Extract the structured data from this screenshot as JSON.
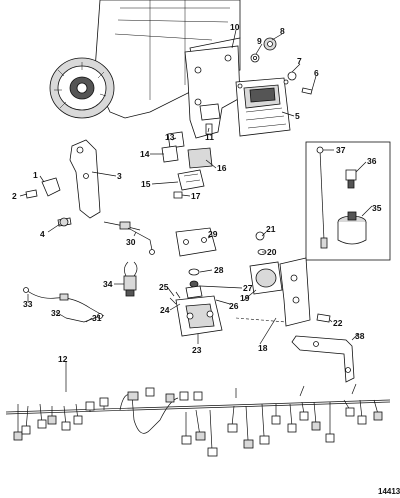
{
  "figure_number": "14413",
  "callouts": [
    {
      "id": "c1",
      "label": "1"
    },
    {
      "id": "c2",
      "label": "2"
    },
    {
      "id": "c3",
      "label": "3"
    },
    {
      "id": "c4",
      "label": "4"
    },
    {
      "id": "c5",
      "label": "5"
    },
    {
      "id": "c6",
      "label": "6"
    },
    {
      "id": "c7",
      "label": "7"
    },
    {
      "id": "c8",
      "label": "8"
    },
    {
      "id": "c9",
      "label": "9"
    },
    {
      "id": "c10",
      "label": "10"
    },
    {
      "id": "c11",
      "label": "11"
    },
    {
      "id": "c12",
      "label": "12"
    },
    {
      "id": "c13",
      "label": "13"
    },
    {
      "id": "c14",
      "label": "14"
    },
    {
      "id": "c15",
      "label": "15"
    },
    {
      "id": "c16",
      "label": "16"
    },
    {
      "id": "c17",
      "label": "17"
    },
    {
      "id": "c18",
      "label": "18"
    },
    {
      "id": "c19",
      "label": "19"
    },
    {
      "id": "c20",
      "label": "20"
    },
    {
      "id": "c21",
      "label": "21"
    },
    {
      "id": "c22",
      "label": "22"
    },
    {
      "id": "c23",
      "label": "23"
    },
    {
      "id": "c24",
      "label": "24"
    },
    {
      "id": "c25",
      "label": "25"
    },
    {
      "id": "c26",
      "label": "26"
    },
    {
      "id": "c27",
      "label": "27"
    },
    {
      "id": "c28",
      "label": "28"
    },
    {
      "id": "c29",
      "label": "29"
    },
    {
      "id": "c30",
      "label": "30"
    },
    {
      "id": "c31",
      "label": "31"
    },
    {
      "id": "c32",
      "label": "32"
    },
    {
      "id": "c33",
      "label": "33"
    },
    {
      "id": "c34",
      "label": "34"
    },
    {
      "id": "c35",
      "label": "35"
    },
    {
      "id": "c36",
      "label": "36"
    },
    {
      "id": "c37",
      "label": "37"
    },
    {
      "id": "c38",
      "label": "38"
    }
  ]
}
